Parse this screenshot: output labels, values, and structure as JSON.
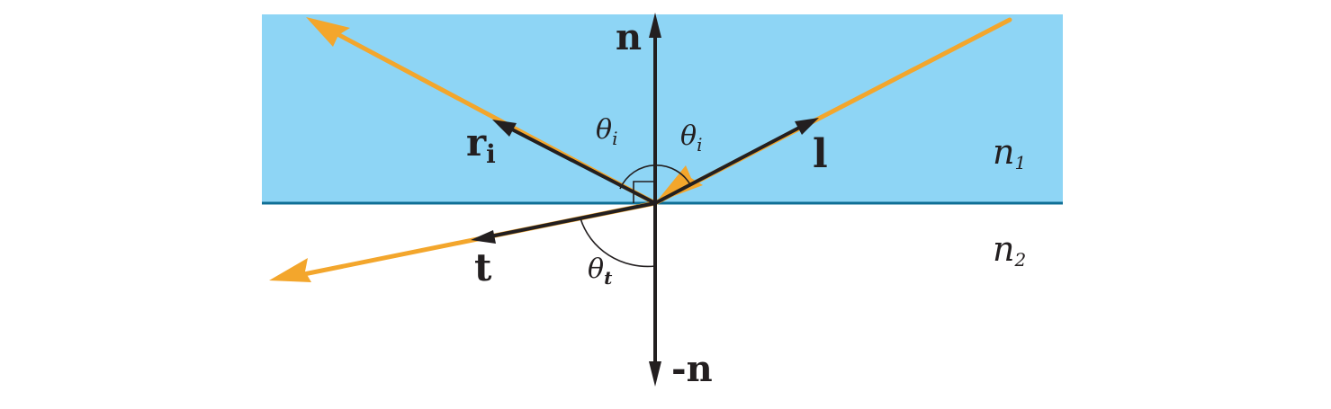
{
  "colors": {
    "medium_top": "#8ed5f5",
    "interface": "#0f6f95",
    "light_ray": "#f3a62c",
    "vector": "#231f20",
    "background": "#ffffff"
  },
  "labels": {
    "normal": "n",
    "negative_normal": "-n",
    "incident": "l",
    "reflected_base": "r",
    "reflected_sub": "i",
    "transmitted": "t",
    "theta": "θ",
    "theta_i_sub": "i",
    "theta_t_sub": "t",
    "medium_top_base": "n",
    "medium_top_sub": "1",
    "medium_bottom_base": "n",
    "medium_bottom_sub": "2"
  }
}
